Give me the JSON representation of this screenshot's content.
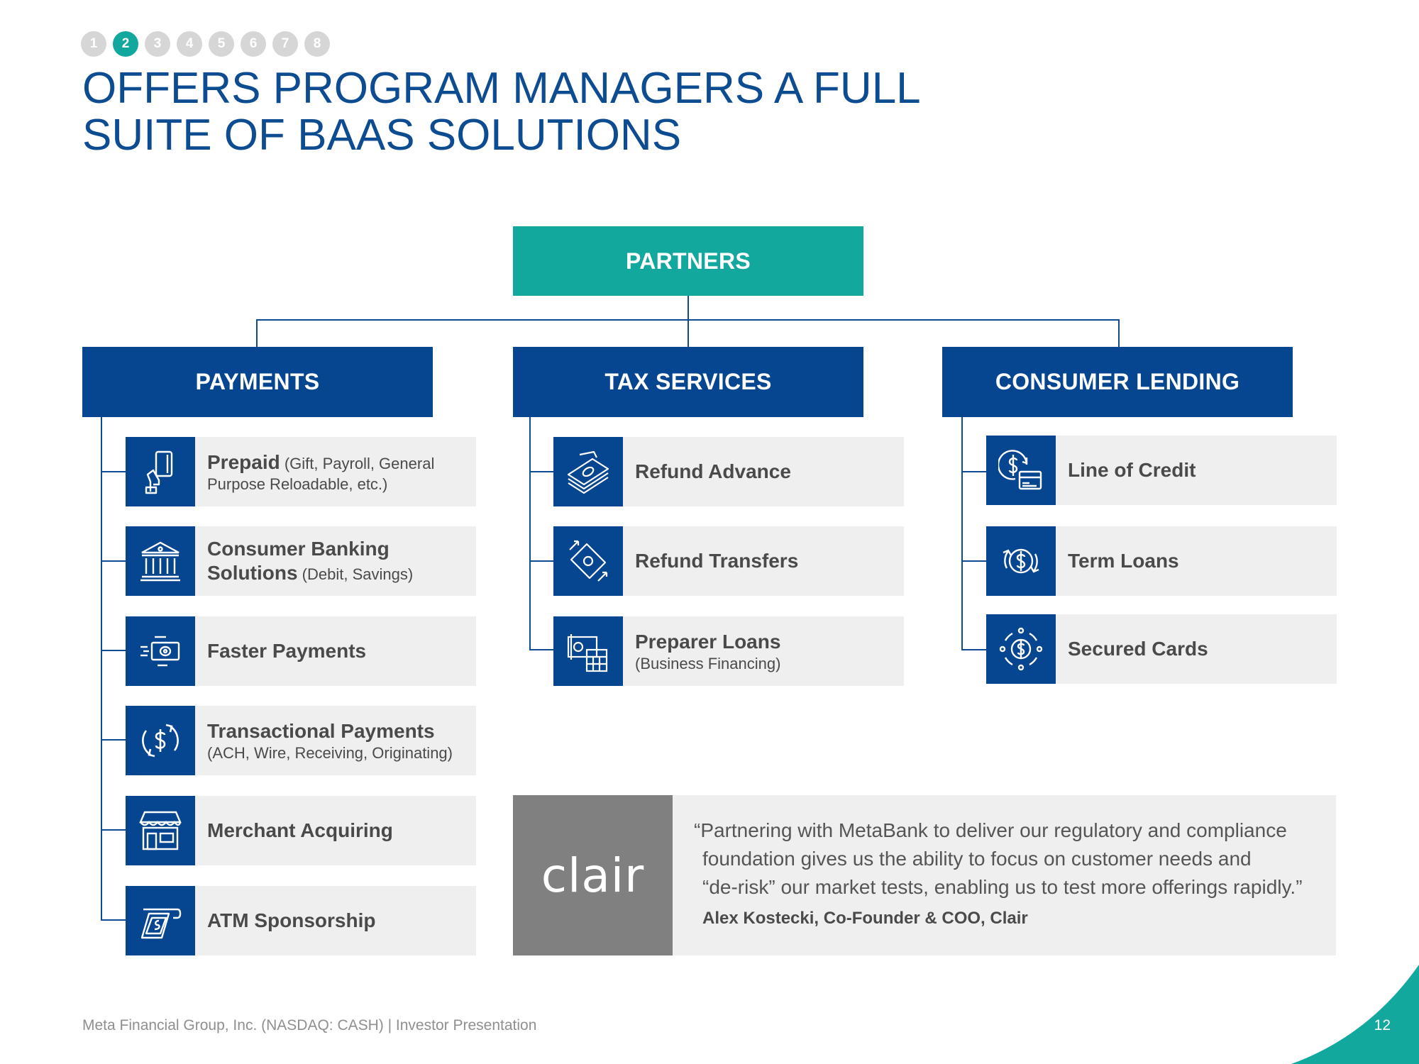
{
  "nav_dots": [
    "1",
    "2",
    "3",
    "4",
    "5",
    "6",
    "7",
    "8"
  ],
  "active_dot": "2",
  "title": {
    "line1": "OFFERS PROGRAM MANAGERS A FULL",
    "line2": "SUITE OF BAAS SOLUTIONS"
  },
  "partners": "PARTNERS",
  "categories": {
    "payments": "PAYMENTS",
    "tax": "TAX SERVICES",
    "lending": "CONSUMER LENDING"
  },
  "payments_items": [
    {
      "main": "Prepaid",
      "inline": " (Gift, Payroll, General",
      "sub": "Purpose Reloadable, etc.)",
      "icon": "card-hand-icon"
    },
    {
      "main": "Consumer Banking",
      "main2": "Solutions",
      "inline": " (Debit, Savings)",
      "icon": "bank-icon"
    },
    {
      "main": "Faster Payments",
      "icon": "fast-money-icon"
    },
    {
      "main": "Transactional Payments",
      "sub": "(ACH, Wire, Receiving, Originating)",
      "icon": "dollar-cycle-icon"
    },
    {
      "main": "Merchant Acquiring",
      "icon": "storefront-icon"
    },
    {
      "main": "ATM Sponsorship",
      "icon": "atm-cash-icon"
    }
  ],
  "tax_items": [
    {
      "main": "Refund Advance",
      "icon": "cash-stack-icon"
    },
    {
      "main": "Refund Transfers",
      "icon": "money-transfer-icon"
    },
    {
      "main": "Preparer Loans",
      "sub": "(Business Financing)",
      "icon": "calculator-money-icon"
    }
  ],
  "lending_items": [
    {
      "main": "Line of Credit",
      "icon": "credit-line-icon"
    },
    {
      "main": "Term Loans",
      "icon": "dollar-refresh-icon"
    },
    {
      "main": "Secured Cards",
      "icon": "dollar-network-icon"
    }
  ],
  "quote": {
    "logo": "clair",
    "line1": "“Partnering with MetaBank to deliver our regulatory and compliance",
    "line2": "foundation gives us the ability to focus on customer needs and",
    "line3": "“de-risk” our market tests, enabling us to test more offerings rapidly.”",
    "author": "Alex Kostecki, Co-Founder & COO, Clair"
  },
  "footer": "Meta Financial Group, Inc. (NASDAQ: CASH) | Investor Presentation",
  "page_number": "12",
  "colors": {
    "navy": "#06458f",
    "teal": "#13a89e",
    "title": "#0e4c92",
    "panel": "#efefef"
  }
}
